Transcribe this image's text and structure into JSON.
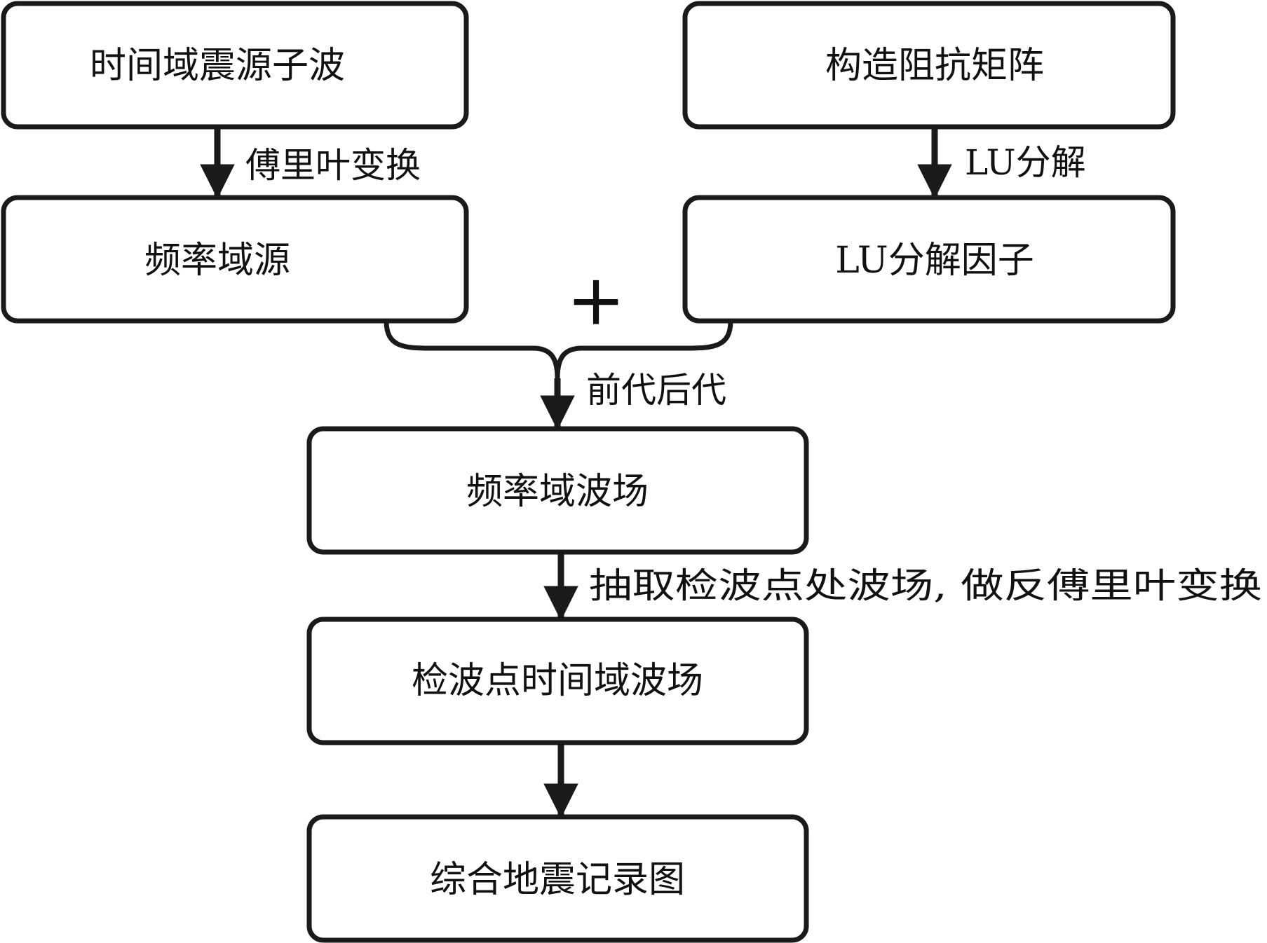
{
  "nodes": {
    "time_source": "时间域震源子波",
    "impedance": "构造阻抗矩阵",
    "freq_source": "频率域源",
    "lu_factors": "LU分解因子",
    "freq_wavefield": "频率域波场",
    "receiver_time_wavefield": "检波点时间域波场",
    "synthetic_seismogram": "综合地震记录图"
  },
  "edges": {
    "fourier_transform": "傅里叶变换",
    "lu_decomposition": "LU分解",
    "forward_backward_substitution": "前代后代",
    "extract_and_inverse": "抽取检波点处波场, 做反傅里叶变换"
  },
  "combine_symbol": "+",
  "colors": {
    "stroke": "#1a1a1a",
    "text": "#111111",
    "background": "#ffffff"
  }
}
